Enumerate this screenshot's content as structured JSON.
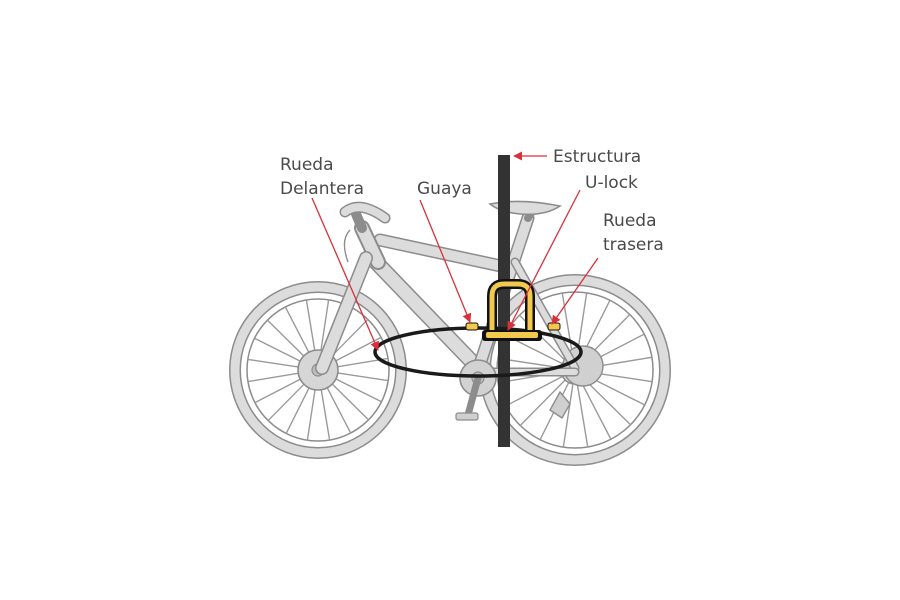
{
  "labels": {
    "front_wheel": [
      "Rueda",
      "Delantera"
    ],
    "cable": "Guaya",
    "frame": "Estructura",
    "ulock": "U-lock",
    "rear_wheel": [
      "Rueda",
      "trasera"
    ]
  },
  "colors": {
    "arrow": "#d9303a",
    "label_text": "#4a4a4a",
    "post": "#333333",
    "lock_yellow": "#f2c94c",
    "lock_black": "#111111",
    "bike_fill": "#dcdcdc",
    "bike_outline": "#8c8c8c"
  }
}
